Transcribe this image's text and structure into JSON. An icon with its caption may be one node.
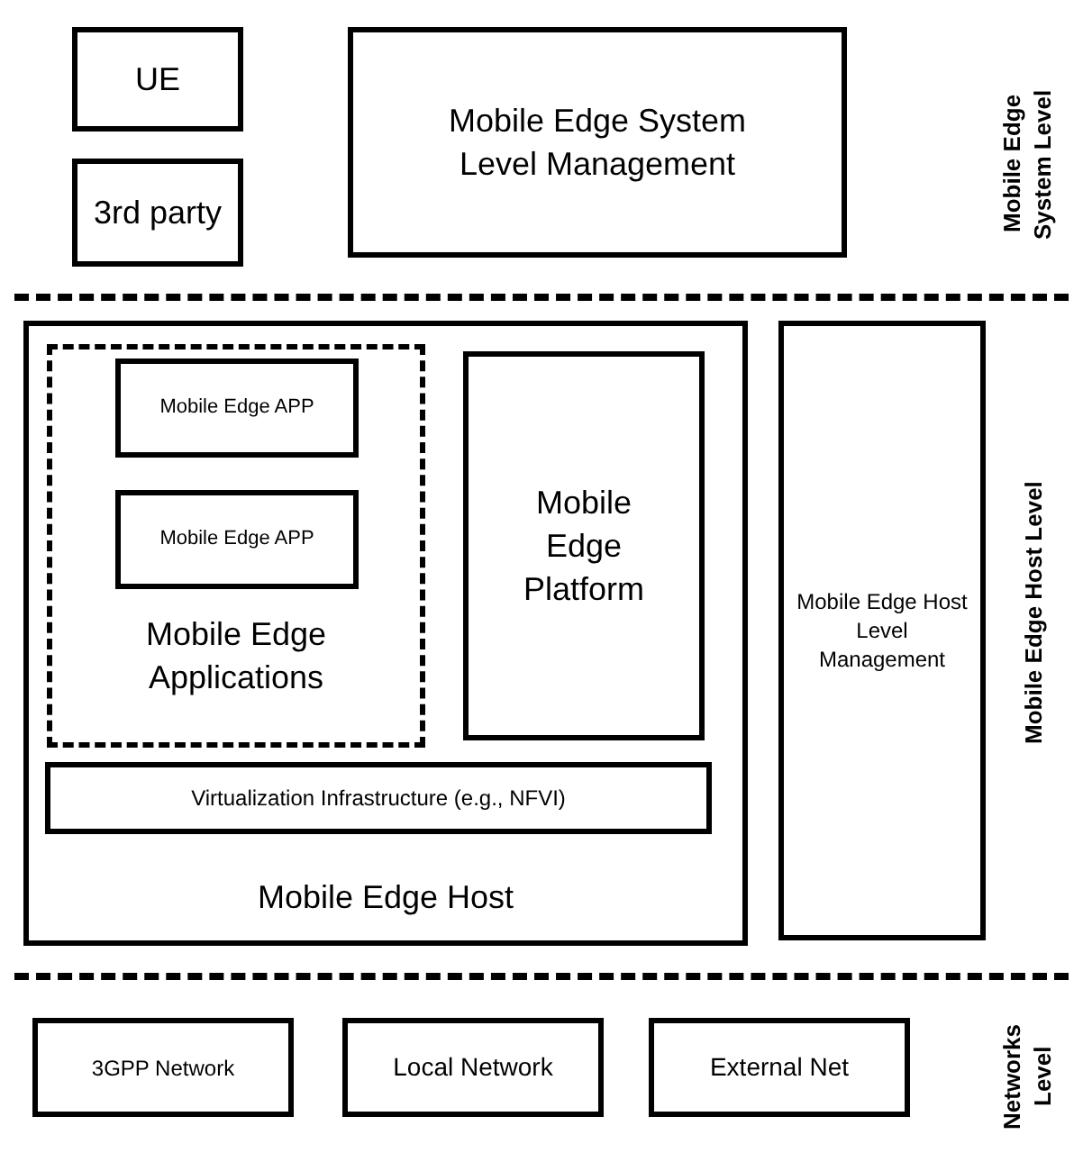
{
  "diagram": {
    "nodes": [
      {
        "text": [
          "UE"
        ]
      },
      {
        "text": [
          "3rd party"
        ]
      },
      {
        "text": [
          "Mobile Edge System Level Management"
        ]
      },
      {
        "text": [
          "Mobile Edge Host"
        ]
      },
      {
        "text": [
          "Mobile Edge Applications"
        ],
        "in": 3
      },
      {
        "text": [
          "Mobile Edge APP"
        ],
        "in": 4
      },
      {
        "text": [
          "Mobile Edge APP"
        ],
        "in": 4
      },
      {
        "text": [
          "Mobile Edge Platform"
        ],
        "in": 3
      },
      {
        "text": [
          "Virtualization Infrastructure (e.g., NFVI)"
        ],
        "in": 3
      },
      {
        "text": [
          "Mobile Edge Host Level Management"
        ]
      },
      {
        "text": [
          "3GPP Network"
        ]
      },
      {
        "text": [
          "Local Network"
        ]
      },
      {
        "text": [
          "External Net"
        ]
      }
    ],
    "labels": [
      "Mobile Edge System Level",
      "Mobile Edge Host Level",
      "Networks Level"
    ]
  }
}
